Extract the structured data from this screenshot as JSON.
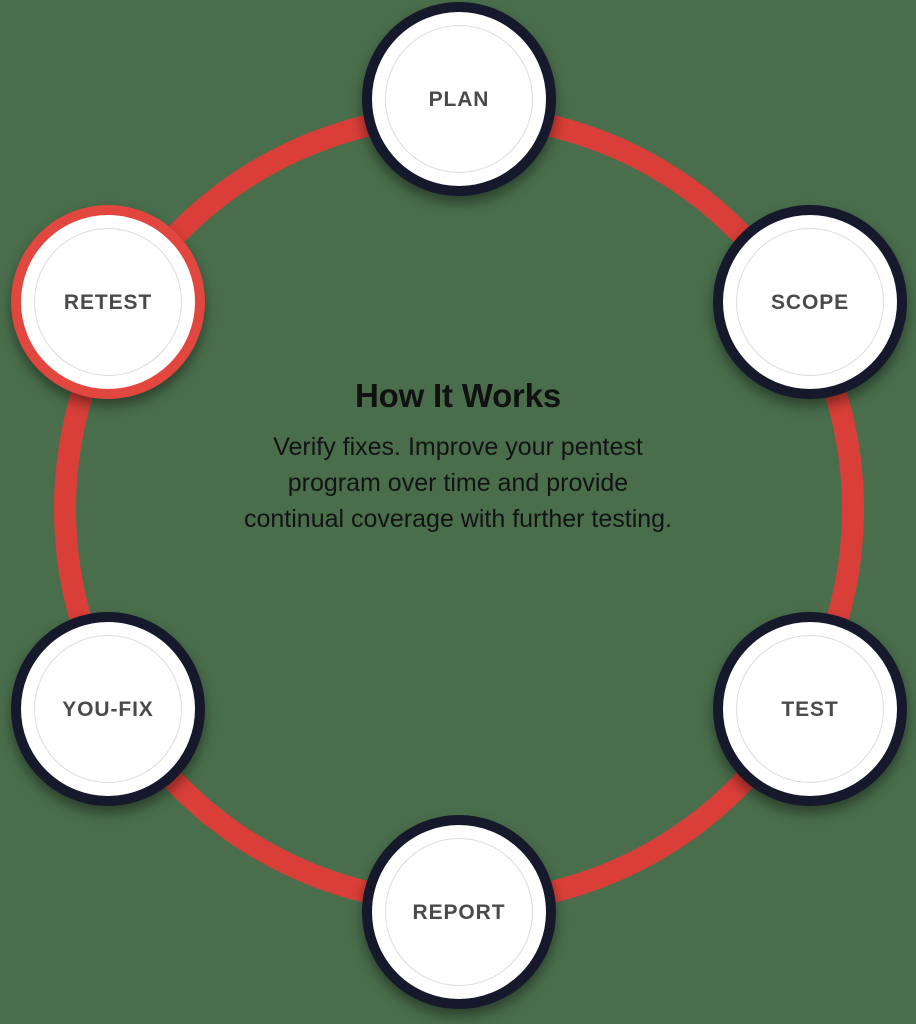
{
  "diagram": {
    "title": "How It Works",
    "description_lines": [
      "Verify fixes. Improve your pentest",
      "program over time and provide",
      "continual coverage with further testing."
    ],
    "background_color": "#4a6e4c",
    "connector_color": "#d93f38",
    "node_ring_color": "#15192b",
    "active_ring_color": "#e2473f",
    "node_fill_color": "#ffffff",
    "label_color": "#4a4a4a",
    "inner_ring_color": "#dcdcdc",
    "steps": [
      {
        "label": "PLAN",
        "state": "default",
        "position": "top"
      },
      {
        "label": "SCOPE",
        "state": "default",
        "position": "top-right"
      },
      {
        "label": "TEST",
        "state": "default",
        "position": "bottom-right"
      },
      {
        "label": "REPORT",
        "state": "default",
        "position": "bottom"
      },
      {
        "label": "YOU-FIX",
        "state": "default",
        "position": "bottom-left"
      },
      {
        "label": "RETEST",
        "state": "active",
        "position": "top-left"
      }
    ]
  }
}
